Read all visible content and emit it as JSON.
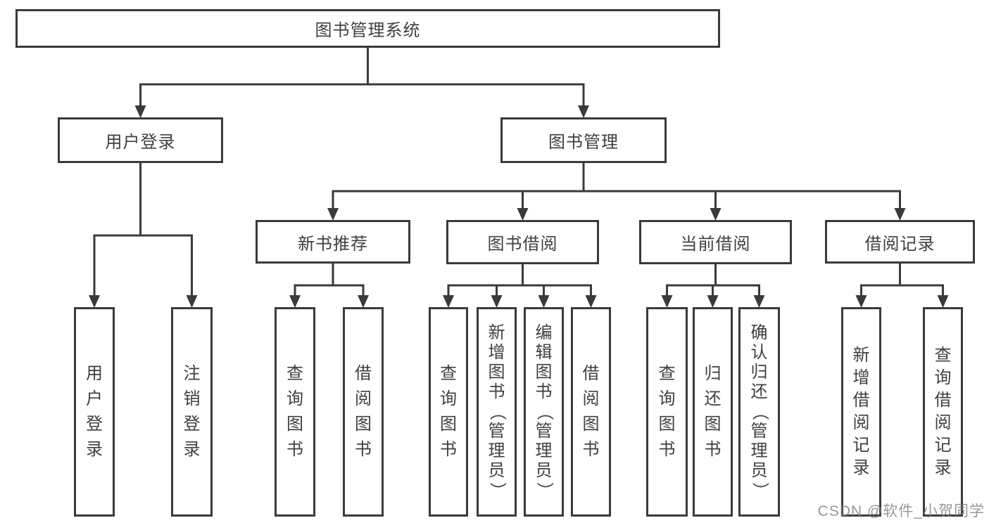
{
  "diagram": {
    "title": "图书管理系统",
    "nodes": [
      {
        "id": "root",
        "label": "图书管理系统",
        "parent": null
      },
      {
        "id": "user-login",
        "label": "用户登录",
        "parent": "root"
      },
      {
        "id": "book-management",
        "label": "图书管理",
        "parent": "root"
      },
      {
        "id": "new-book-recommendation",
        "label": "新书推荐",
        "parent": "book-management"
      },
      {
        "id": "book-borrowing",
        "label": "图书借阅",
        "parent": "book-management"
      },
      {
        "id": "current-borrowing",
        "label": "当前借阅",
        "parent": "book-management"
      },
      {
        "id": "borrowing-records",
        "label": "借阅记录",
        "parent": "book-management"
      },
      {
        "id": "leaf-user-login",
        "label": "用户登录",
        "parent": "user-login"
      },
      {
        "id": "leaf-logout",
        "label": "注销登录",
        "parent": "user-login"
      },
      {
        "id": "nbr-query-books",
        "label": "查询图书",
        "parent": "new-book-recommendation"
      },
      {
        "id": "nbr-borrow-books",
        "label": "借阅图书",
        "parent": "new-book-recommendation"
      },
      {
        "id": "bb-query-books",
        "label": "查询图书",
        "parent": "book-borrowing"
      },
      {
        "id": "bb-add-books",
        "label": "新增图书（管理员）",
        "parent": "book-borrowing"
      },
      {
        "id": "bb-edit-books",
        "label": "编辑图书（管理员）",
        "parent": "book-borrowing"
      },
      {
        "id": "bb-borrow-books",
        "label": "借阅图书",
        "parent": "book-borrowing"
      },
      {
        "id": "cb-query-books",
        "label": "查询图书",
        "parent": "current-borrowing"
      },
      {
        "id": "cb-return-books",
        "label": "归还图书",
        "parent": "current-borrowing"
      },
      {
        "id": "cb-confirm-return",
        "label": "确认归还（管理员）",
        "parent": "current-borrowing"
      },
      {
        "id": "br-add-record",
        "label": "新增借阅记录",
        "parent": "borrowing-records"
      },
      {
        "id": "br-query-record",
        "label": "查询借阅记录",
        "parent": "borrowing-records"
      }
    ],
    "colors": {
      "line": "#3a3a3a",
      "border": "#3a3a3a",
      "text": "#3f3f3f"
    }
  },
  "watermark": {
    "text": "CSDN @软件_小贺同学"
  }
}
